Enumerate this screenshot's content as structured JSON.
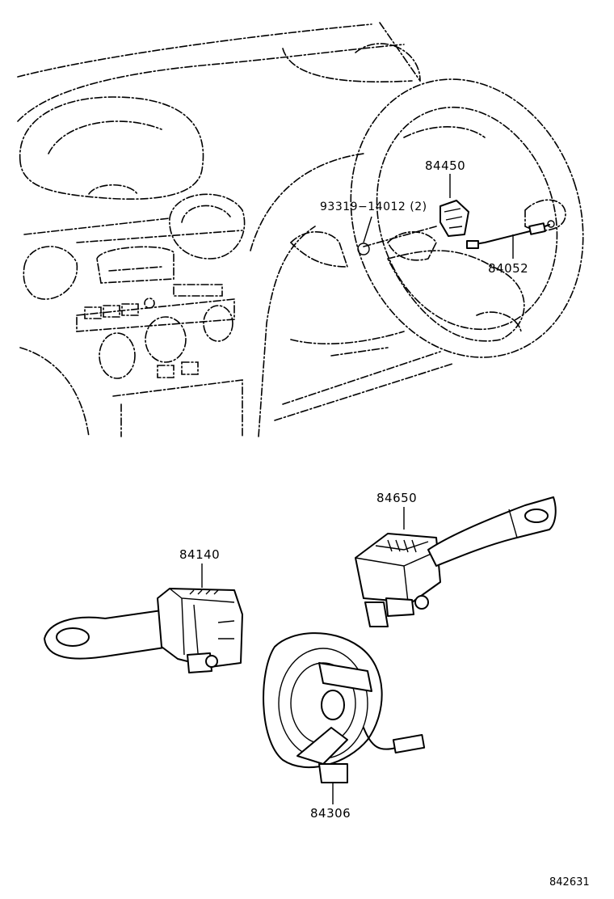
{
  "parts": [
    {
      "number": "84450"
    },
    {
      "number": "93319−14012 (2)"
    },
    {
      "number": "84052"
    },
    {
      "number": "84650"
    },
    {
      "number": "84140"
    },
    {
      "number": "84306"
    }
  ],
  "illustration_code": "842631"
}
